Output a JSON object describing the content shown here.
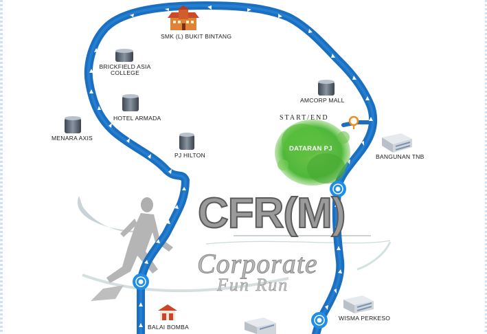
{
  "map": {
    "landmarks": {
      "smk": "SMK (L) BUKIT BINTANG",
      "brickfield_line1": "BRICKFIELD ASIA",
      "brickfield_line2": "COLLEGE",
      "hotel_armada": "HOTEL ARMADA",
      "menara_axis": "MENARA AXIS",
      "pj_hilton": "PJ HILTON",
      "amcorp_mall": "AMCORP MALL",
      "bangunan_tnb": "BANGUNAN TNB",
      "wisma_perkeso": "WISMA PERKESO",
      "balai_bomba": "BALAI BOMBA"
    },
    "start_end": "START/END",
    "park": "DATARAN PJ",
    "logo": {
      "cfr": "CFR(M)",
      "corporate": "Corporate",
      "fun_run": "Fun Run"
    },
    "colors": {
      "route": "#1a6fc0",
      "route_light": "#2f8ee0",
      "park": "#4fb73a",
      "start_marker": "#f08a1c"
    },
    "icons": [
      "school-building-icon",
      "office-tower-icon",
      "fire-station-icon",
      "start-pin-icon",
      "runner-silhouette-icon"
    ]
  }
}
